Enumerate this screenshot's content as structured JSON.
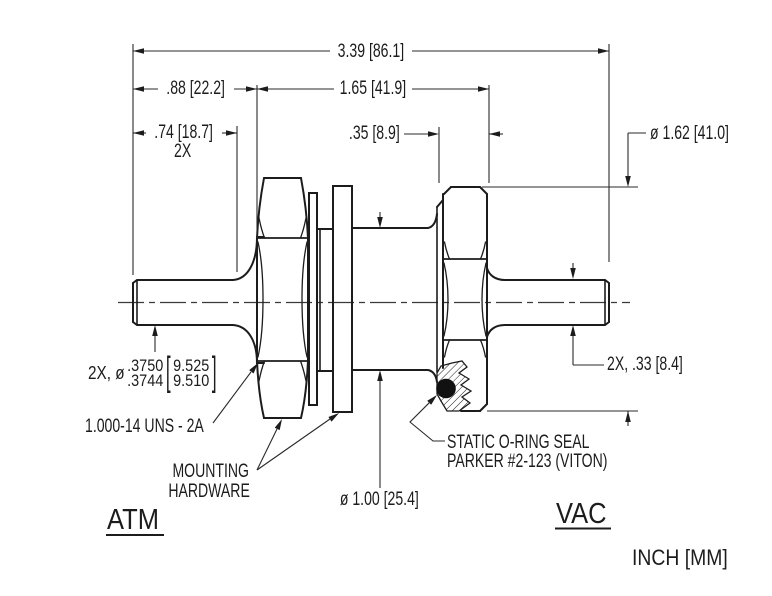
{
  "dimensions": {
    "overall_length": "3.39 [86.1]",
    "atm_length": ".88 [22.2]",
    "body_length": "1.65 [41.9]",
    "atm_pin_length": ".74 [18.7]",
    "atm_pin_qty": "2X",
    "flange_thickness": ".35 [8.9]",
    "flange_diameter": "ø 1.62 [41.0]",
    "body_diameter": "ø 1.00 [25.4]",
    "vac_pin_length": "2X, .33 [8.4]",
    "pin_diameter_prefix": "2X, ø",
    "pin_diameter_inch_upper": ".3750",
    "pin_diameter_inch_lower": ".3744",
    "pin_diameter_mm_upper": "9.525",
    "pin_diameter_mm_lower": "9.510",
    "bracket_open": "[",
    "bracket_close": "]"
  },
  "callouts": {
    "thread_spec": "1.000-14 UNS - 2A",
    "mounting_line1": "MOUNTING",
    "mounting_line2": "HARDWARE",
    "oring_line1": "STATIC O-RING SEAL",
    "oring_line2": "PARKER #2-123 (VITON)"
  },
  "labels": {
    "left_side": "ATM",
    "right_side": "VAC",
    "units_note": "INCH [MM]"
  },
  "colors": {
    "line": "#1c1c1c",
    "background": "#ffffff"
  }
}
